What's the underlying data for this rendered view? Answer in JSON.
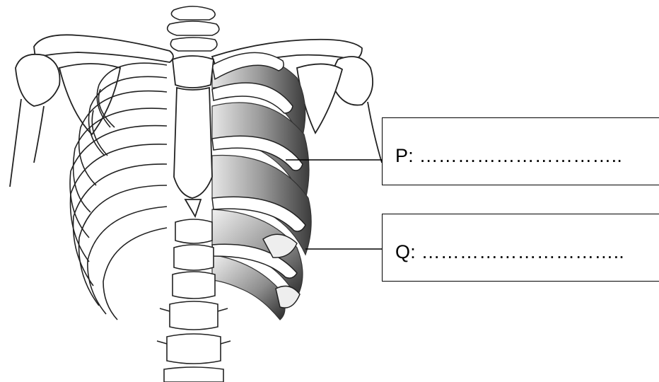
{
  "labels": [
    {
      "id": "P",
      "text": "P: ………………………….."
    },
    {
      "id": "Q",
      "text": "Q: ………………………….."
    }
  ],
  "colors": {
    "line": "#000000",
    "bone": "#ffffff",
    "muscle_dark": "#3a3a3a",
    "muscle_mid": "#8a8a8a",
    "muscle_light": "#d0d0d0"
  }
}
